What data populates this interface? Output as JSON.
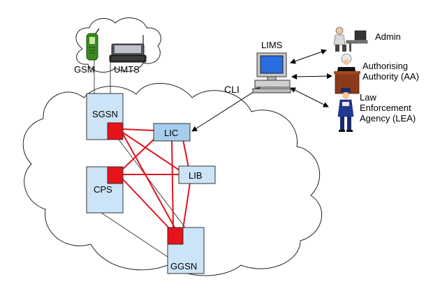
{
  "diagram": {
    "nodes": {
      "sgsn": "SGSN",
      "cps": "CPS",
      "ggsn": "GGSN",
      "lic": "LIC",
      "lib": "LIB",
      "lims": "LIMS"
    },
    "terminals": {
      "gsm": "GSM",
      "umts": "UMTS"
    },
    "link_label": "CLI",
    "actors": {
      "admin": "Admin",
      "aa_line1": "Authorising",
      "aa_line2": "Authority (AA)",
      "lea_line1": "Law",
      "lea_line2": "Enforcement",
      "lea_line3": "Agency (LEA)"
    },
    "colors": {
      "node_fill": "#cce4f7",
      "node_stroke": "#333333",
      "lic_fill": "#a6cdee",
      "interface_red": "#e8121a",
      "link_red": "#e0141c",
      "cloud_stroke": "#222222"
    }
  }
}
